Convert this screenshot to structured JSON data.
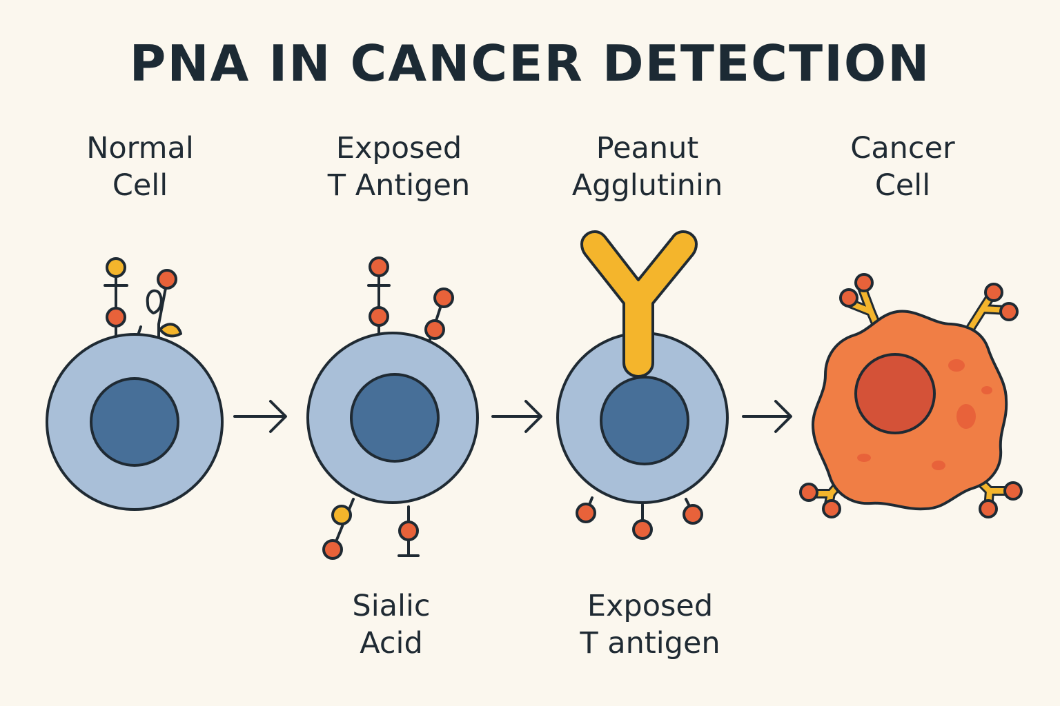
{
  "title": "PNA IN CANCER DETECTION",
  "stages": [
    {
      "line1": "Normal",
      "line2": "Cell"
    },
    {
      "line1": "Exposed",
      "line2": "T Antigen"
    },
    {
      "line1": "Peanut",
      "line2": "Agglutinin"
    },
    {
      "line1": "Cancer",
      "line2": "Cell"
    }
  ],
  "bottom_labels": [
    {
      "line1": "Sialic",
      "line2": "Acid"
    },
    {
      "line1": "Exposed",
      "line2": "T antigen"
    }
  ],
  "colors": {
    "background": "#fbf7ee",
    "outline": "#1f2a33",
    "cell_membrane": "#a9bfd8",
    "nucleus": "#476f98",
    "sugar_red": "#e8623a",
    "sugar_yellow": "#f4b52c",
    "lectin": "#f4b52c",
    "cancer_body": "#f07e45",
    "cancer_nucleus": "#d45238"
  }
}
